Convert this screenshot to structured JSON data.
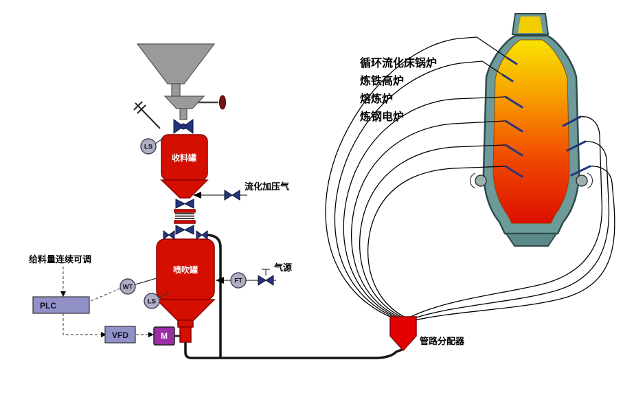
{
  "diagram": {
    "vessels": {
      "receiving_tank_label": "收料罐",
      "injection_tank_label": "喷吹罐"
    },
    "sensors": {
      "level_switch_top": "LS",
      "level_switch_bottom": "LS",
      "weight_transmitter": "WT",
      "flow_transmitter": "FT"
    },
    "devices": {
      "plc_label": "PLC",
      "vfd_label": "VFD",
      "motor_label": "M"
    },
    "annotations": {
      "fluidizing_gas": "流化加压气",
      "gas_source": "气源",
      "feed_note": "给料量连续可调",
      "distributor_label": "管路分配器"
    },
    "applications": [
      "循环流化床锅炉",
      "炼铁高炉",
      "熔炼炉",
      "炼钢电炉"
    ],
    "colors": {
      "vessel_red": "#d40f00",
      "valve_blue": "#24357e",
      "hopper_gray": "#9a9a9a",
      "sensor_gray": "#aeaec4",
      "controller_purple": "#9191c8",
      "motor_purple": "#9a2fa5",
      "furnace_shell_teal": "#6d9a9a",
      "flame_yellow": "#f8e400",
      "flame_red": "#dc0f00",
      "distributor_red": "#e30000"
    }
  }
}
